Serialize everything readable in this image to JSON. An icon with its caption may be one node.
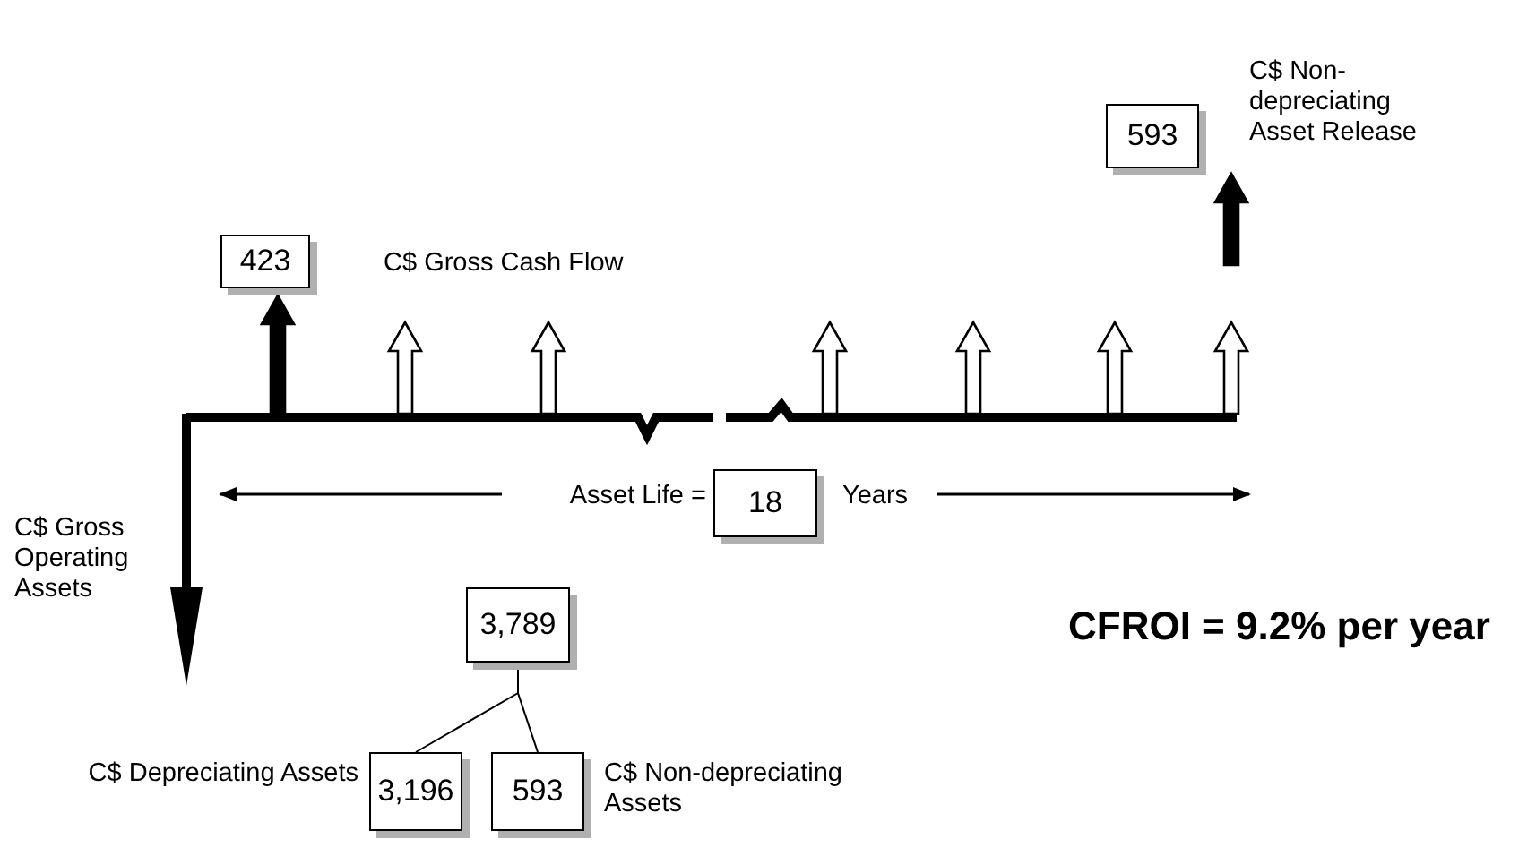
{
  "diagram": {
    "nodes": [
      {
        "text": [
          "423"
        ],
        "beside": [
          "C$ Gross Cash Flow"
        ]
      },
      {
        "text": [
          "593"
        ],
        "beside": [
          "C$ Non-depreciating Asset Release"
        ]
      },
      {
        "text": [
          "18"
        ],
        "beside": [
          "Asset Life =",
          "Years"
        ]
      },
      {
        "text": [
          "3,789"
        ]
      },
      {
        "text": [
          "3,196"
        ],
        "beside": [
          "C$ Depreciating Assets"
        ]
      },
      {
        "text": [
          "593"
        ],
        "beside": [
          "C$ Non-depreciating Assets"
        ]
      }
    ],
    "edges": [
      {
        "from": 3,
        "to": 4,
        "arrow": "none"
      },
      {
        "from": 3,
        "to": 5,
        "arrow": "none"
      },
      {
        "from": null,
        "to": 0,
        "arrow": "to"
      },
      {
        "from": null,
        "to": 1,
        "arrow": "to"
      }
    ],
    "labels": [
      "C$ Gross Operating Assets",
      "CFROI = 9.2% per year"
    ]
  }
}
